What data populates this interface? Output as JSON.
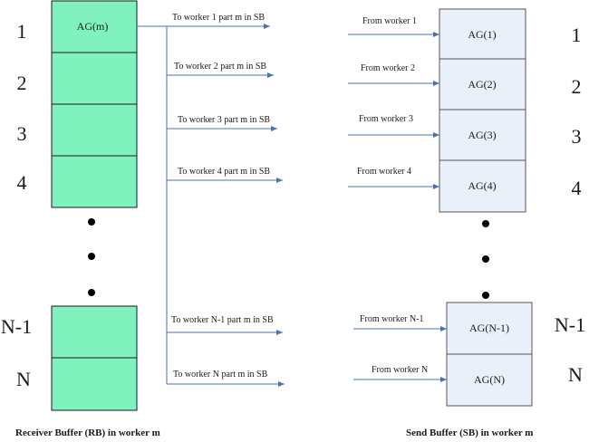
{
  "receive_buffer": {
    "caption": "Receiver Buffer (RB) in worker m",
    "fill": "#80f2bd",
    "top_cell_label": "AG(m)",
    "row_numbers": [
      "1",
      "2",
      "3",
      "4",
      "N-1",
      "N"
    ]
  },
  "send_buffer": {
    "caption": "Send Buffer (SB) in worker m",
    "fill": "#e9f0fa",
    "cells": [
      "AG(1)",
      "AG(2)",
      "AG(3)",
      "AG(4)",
      "AG(N-1)",
      "AG(N)"
    ],
    "row_numbers": [
      "1",
      "2",
      "3",
      "4",
      "N-1",
      "N"
    ]
  },
  "outgoing_arrows": [
    "To worker 1 part m  in SB",
    "To worker 2 part m  in SB",
    "To worker 3 part m  in SB",
    "To worker 4 part m  in SB",
    "To worker N-1  part m  in SB",
    "To worker N part m  in SB"
  ],
  "incoming_arrows": [
    "From worker 1",
    "From worker 2",
    "From worker 3",
    "From worker 4",
    "From worker N-1",
    "From worker N"
  ],
  "colors": {
    "arrow": "#4a72b0",
    "border": "#1a1a1a",
    "send_border": "#555555"
  }
}
